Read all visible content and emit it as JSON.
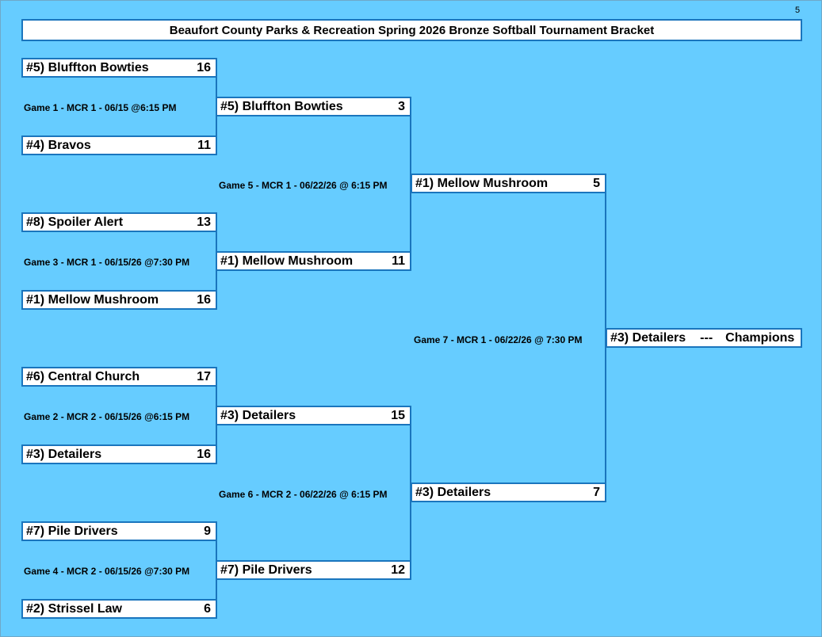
{
  "page_number": "5",
  "title": "Beaufort County Parks & Recreation Spring 2026 Bronze Softball Tournament Bracket",
  "round1": [
    {
      "team": "#5) Bluffton Bowties",
      "score": "16"
    },
    {
      "team": "#4) Bravos",
      "score": "11"
    },
    {
      "team": "#8) Spoiler Alert",
      "score": "13"
    },
    {
      "team": "#1) Mellow Mushroom",
      "score": "16"
    },
    {
      "team": "#6) Central Church",
      "score": "17"
    },
    {
      "team": "#3) Detailers",
      "score": "16"
    },
    {
      "team": "#7) Pile Drivers",
      "score": "9"
    },
    {
      "team": "#2) Strissel Law",
      "score": "6"
    }
  ],
  "round2": [
    {
      "team": "#5) Bluffton Bowties",
      "score": "3"
    },
    {
      "team": "#1) Mellow Mushroom",
      "score": "11"
    },
    {
      "team": "#3) Detailers",
      "score": "15"
    },
    {
      "team": "#7) Pile Drivers",
      "score": "12"
    }
  ],
  "round3": [
    {
      "team": "#1) Mellow Mushroom",
      "score": "5"
    },
    {
      "team": "#3) Detailers",
      "score": "7"
    }
  ],
  "final": {
    "team": "#3) Detailers",
    "separator": "---",
    "label": "Champions"
  },
  "games": {
    "g1": "Game 1 - MCR 1 - 06/15 @6:15 PM",
    "g3": "Game 3 - MCR 1 - 06/15/26 @7:30 PM",
    "g2": "Game 2 - MCR 2 - 06/15/26 @6:15 PM",
    "g4": "Game 4 - MCR 2 - 06/15/26 @7:30 PM",
    "g5": "Game 5 - MCR 1 - 06/22/26 @ 6:15 PM",
    "g6": "Game 6 - MCR 2 - 06/22/26 @ 6:15 PM",
    "g7": "Game 7 - MCR 1 - 06/22/26 @ 7:30 PM"
  },
  "colors": {
    "background": "#66ccff",
    "border": "#1a75bd",
    "box": "#ffffff"
  }
}
